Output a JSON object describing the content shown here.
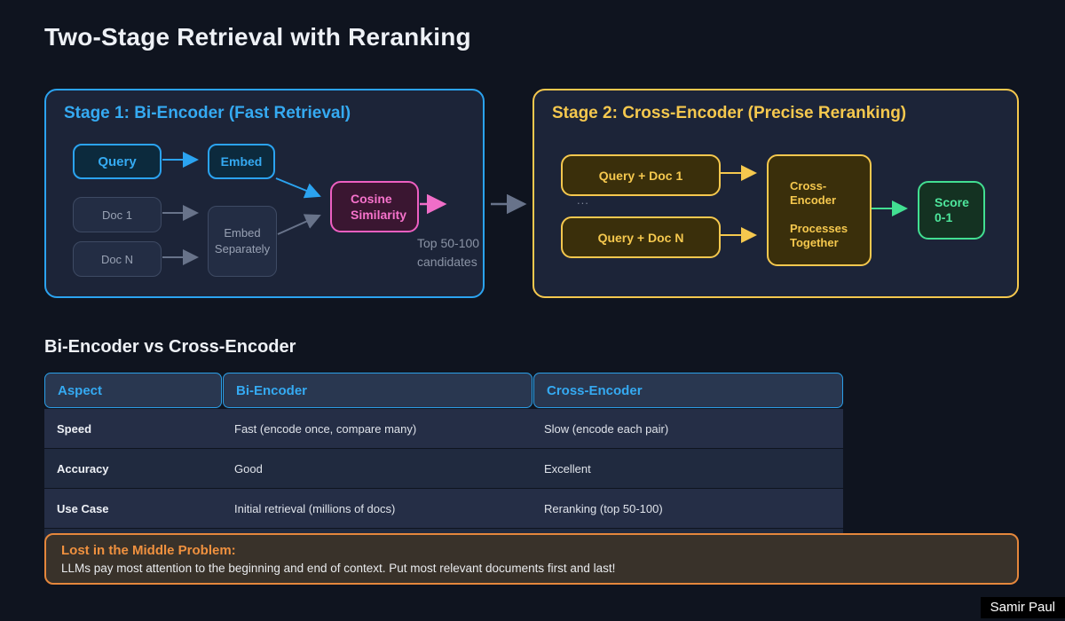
{
  "page": {
    "title": "Two-Stage Retrieval with Reranking",
    "credit": "Samir Paul"
  },
  "colors": {
    "blue": "#2ba3f0",
    "yellow": "#f5c84e",
    "pink": "#ee5fc1",
    "green": "#42df92",
    "orange": "#e5873c",
    "gray_arrow": "#68738a",
    "panel_fill": "#1c2438",
    "background": "#0f141f"
  },
  "stage1": {
    "title": "Stage 1: Bi-Encoder (Fast Retrieval)",
    "query": "Query",
    "embed": "Embed",
    "doc1": "Doc 1",
    "docn": "Doc N",
    "embed_separately": "Embed\nSeparately",
    "cosine_similarity": "Cosine\nSimilarity",
    "candidates": "Top 50-100\ncandidates"
  },
  "stage2": {
    "title": "Stage 2: Cross-Encoder (Precise Reranking)",
    "pair1": "Query + Doc 1",
    "ellipsis": "...",
    "pairn": "Query + Doc N",
    "cross_encoder": "Cross-\nEncoder\n\nProcesses\nTogether",
    "score": "Score\n0-1"
  },
  "comparison": {
    "heading": "Bi-Encoder vs Cross-Encoder",
    "columns": [
      "Aspect",
      "Bi-Encoder",
      "Cross-Encoder"
    ],
    "rows": [
      {
        "aspect": "Speed",
        "bi_encoder": "Fast (encode once, compare many)",
        "cross_encoder": "Slow (encode each pair)"
      },
      {
        "aspect": "Accuracy",
        "bi_encoder": "Good",
        "cross_encoder": "Excellent"
      },
      {
        "aspect": "Use Case",
        "bi_encoder": "Initial retrieval (millions of docs)",
        "cross_encoder": "Reranking (top 50-100)"
      }
    ]
  },
  "callout": {
    "title": "Lost in the Middle Problem:",
    "body": "LLMs pay most attention to the beginning and end of context. Put most relevant documents first and last!"
  }
}
